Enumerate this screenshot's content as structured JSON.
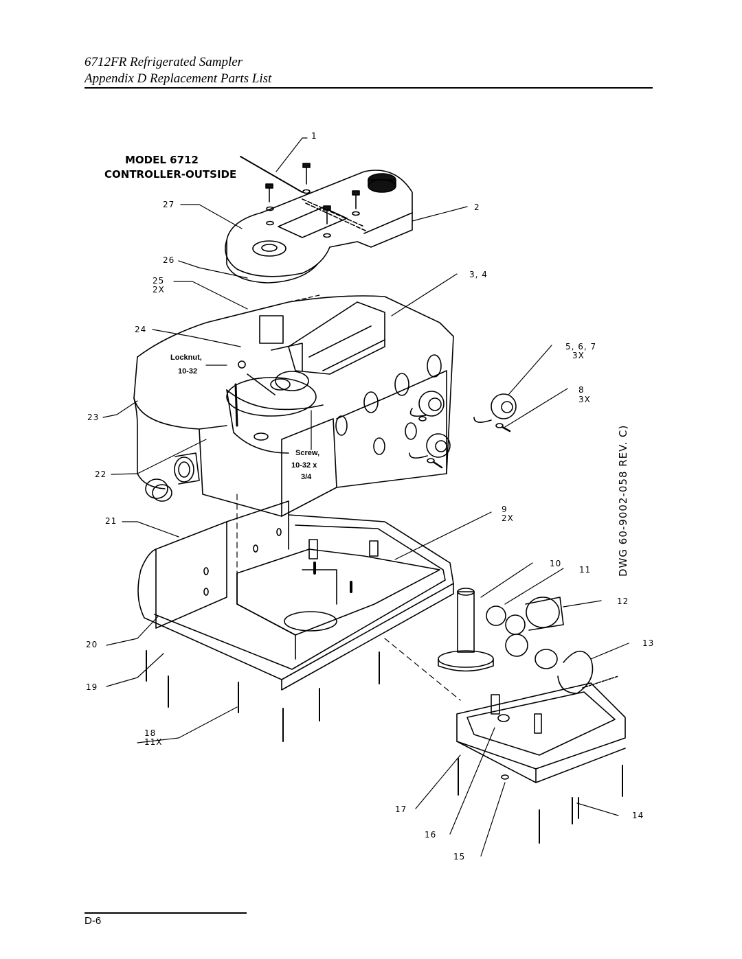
{
  "header": {
    "line1": "6712FR Refrigerated Sampler",
    "line2": "Appendix D  Replacement Parts List"
  },
  "diagram": {
    "title_line1": "MODEL  6712",
    "title_line2": "CONTROLLER-OUTSIDE",
    "drawing_number": "DWG  60-9002-058  REV.  C)",
    "callouts": [
      {
        "id": "c1",
        "text": "1"
      },
      {
        "id": "c2",
        "text": "2"
      },
      {
        "id": "c3",
        "text": "3,  4"
      },
      {
        "id": "c5",
        "text": "5,  6,  7"
      },
      {
        "id": "c5q",
        "text": "3X"
      },
      {
        "id": "c8",
        "text": "8"
      },
      {
        "id": "c8q",
        "text": "3X"
      },
      {
        "id": "c9",
        "text": "9"
      },
      {
        "id": "c9q",
        "text": "2X"
      },
      {
        "id": "c10",
        "text": "10"
      },
      {
        "id": "c11",
        "text": "11"
      },
      {
        "id": "c12",
        "text": "12"
      },
      {
        "id": "c13",
        "text": "13"
      },
      {
        "id": "c14",
        "text": "14"
      },
      {
        "id": "c15",
        "text": "15"
      },
      {
        "id": "c16",
        "text": "16"
      },
      {
        "id": "c17",
        "text": "17"
      },
      {
        "id": "c18",
        "text": "18"
      },
      {
        "id": "c18q",
        "text": "11X"
      },
      {
        "id": "c19",
        "text": "19"
      },
      {
        "id": "c20",
        "text": "20"
      },
      {
        "id": "c21",
        "text": "21"
      },
      {
        "id": "c22",
        "text": "22"
      },
      {
        "id": "c23",
        "text": "23"
      },
      {
        "id": "c24",
        "text": "24"
      },
      {
        "id": "c25",
        "text": "25"
      },
      {
        "id": "c25q",
        "text": "2X"
      },
      {
        "id": "c26",
        "text": "26"
      },
      {
        "id": "c27",
        "text": "27"
      }
    ],
    "notes": {
      "locknut_line1": "Locknut,",
      "locknut_line2": "10-32",
      "screw_line1": "Screw,",
      "screw_line2": "10-32 x",
      "screw_line3": "3/4"
    }
  },
  "footer": {
    "page_number": "D-6"
  }
}
